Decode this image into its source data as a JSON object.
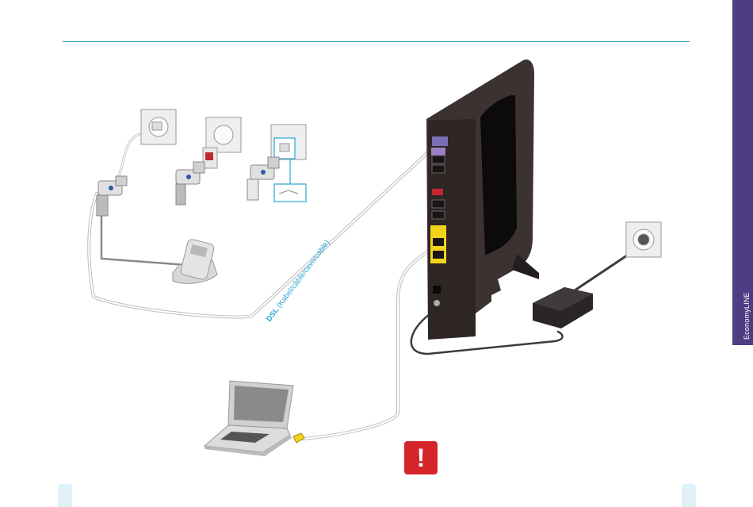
{
  "side_tab": {
    "label": "EconomyLINE",
    "color": "#4d3d82"
  },
  "cable_label": {
    "dsl": "DSL",
    "rest": " (Kabel/câble/cavo/cable)",
    "color": "#2aa7d3"
  },
  "accent_color": "#27a3c9",
  "warning": {
    "icon": "exclamation-icon",
    "glyph": "!",
    "color": "#d4252b"
  }
}
